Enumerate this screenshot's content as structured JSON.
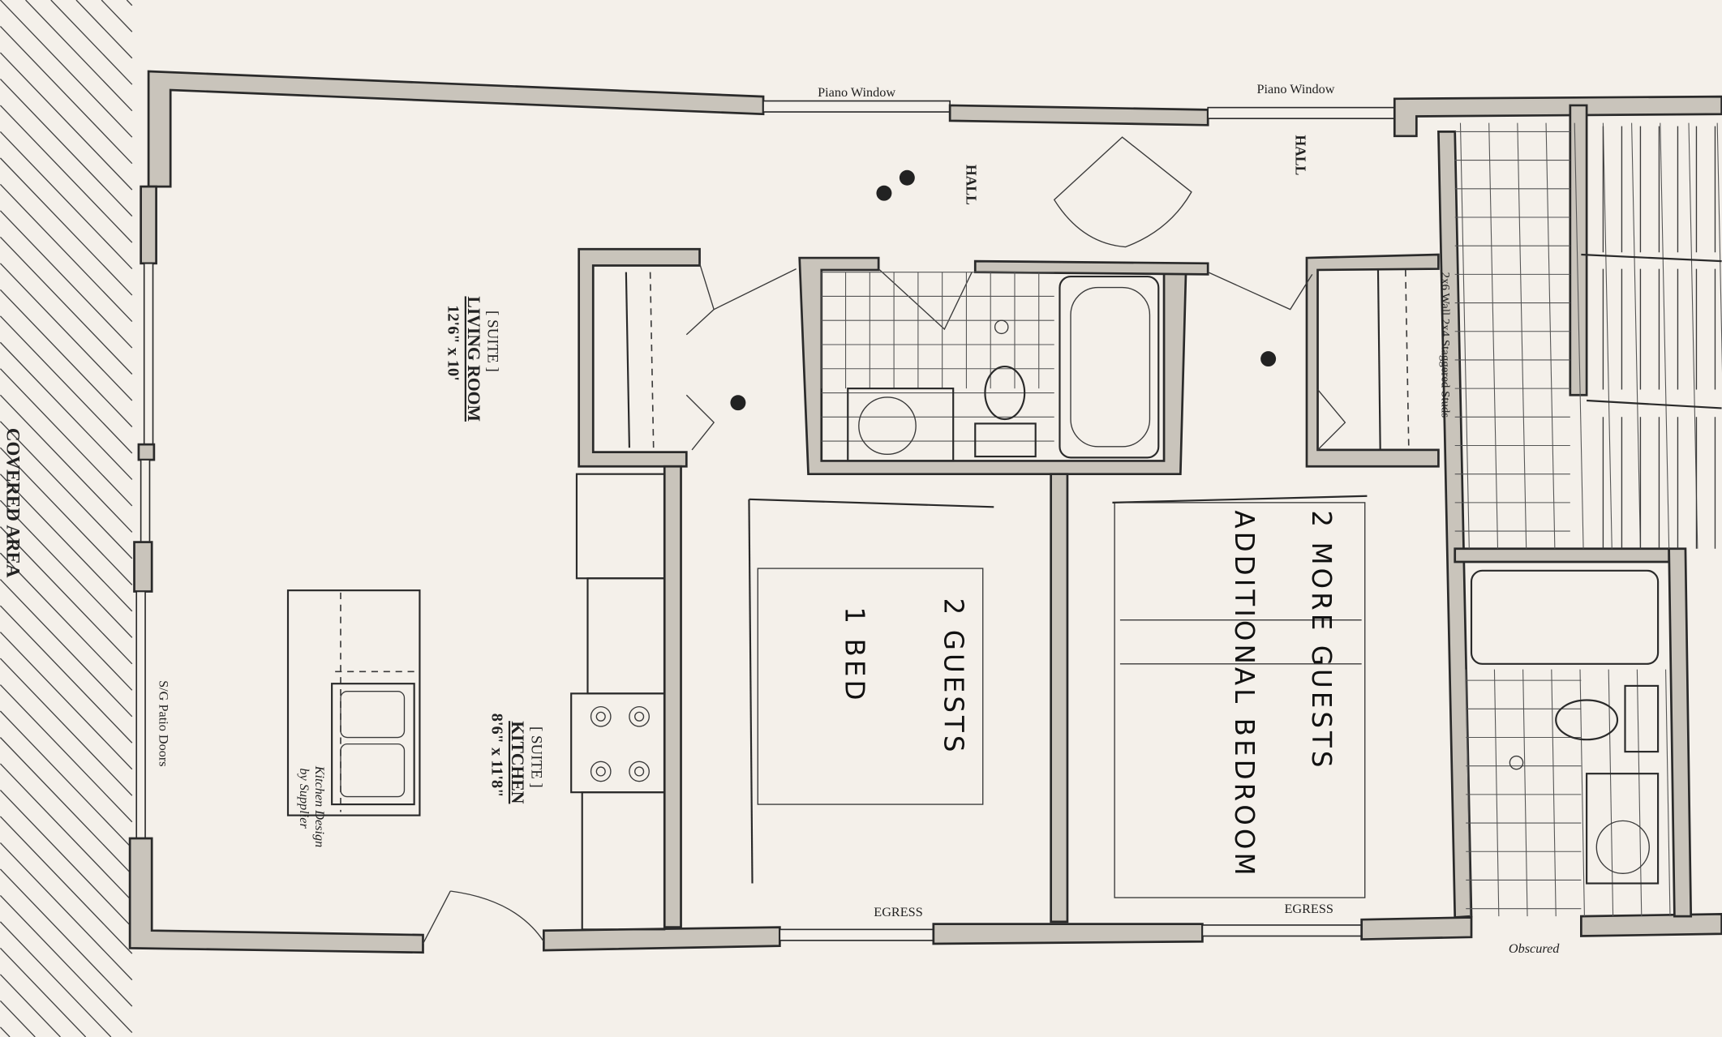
{
  "plan": {
    "living_room": {
      "prefix": "[ SUITE ]",
      "name": "LIVING ROOM",
      "size": "12'6\" x 10'"
    },
    "kitchen": {
      "prefix": "[ SUITE ]",
      "name": "KITCHEN",
      "size": "8'6\" x 11'8\""
    },
    "kitchen_note": [
      "Kitchen Design",
      "by Supplier"
    ],
    "patio_doors": "S/G Patio Doors",
    "covered_area": "COVERED AREA",
    "piano_window_left": "Piano Window",
    "piano_window_right": "Piano Window",
    "hall_left": "HALL",
    "hall_right": "HALL",
    "egress_left": "EGRESS",
    "egress_right": "EGRESS",
    "obscured": "Obscured",
    "wall_note": "2x6 Wall 2x4 Staggered Studs"
  },
  "handwritten": {
    "bedroom1": [
      "2 GUESTS",
      "1 BED"
    ],
    "bedroom2": [
      "2 MORE GUESTS",
      "ADDITIONAL BEDROOM"
    ]
  },
  "colors": {
    "paper": "#f4f0ea",
    "wall": "#c9c4bb",
    "ink": "#2a2a2a"
  }
}
